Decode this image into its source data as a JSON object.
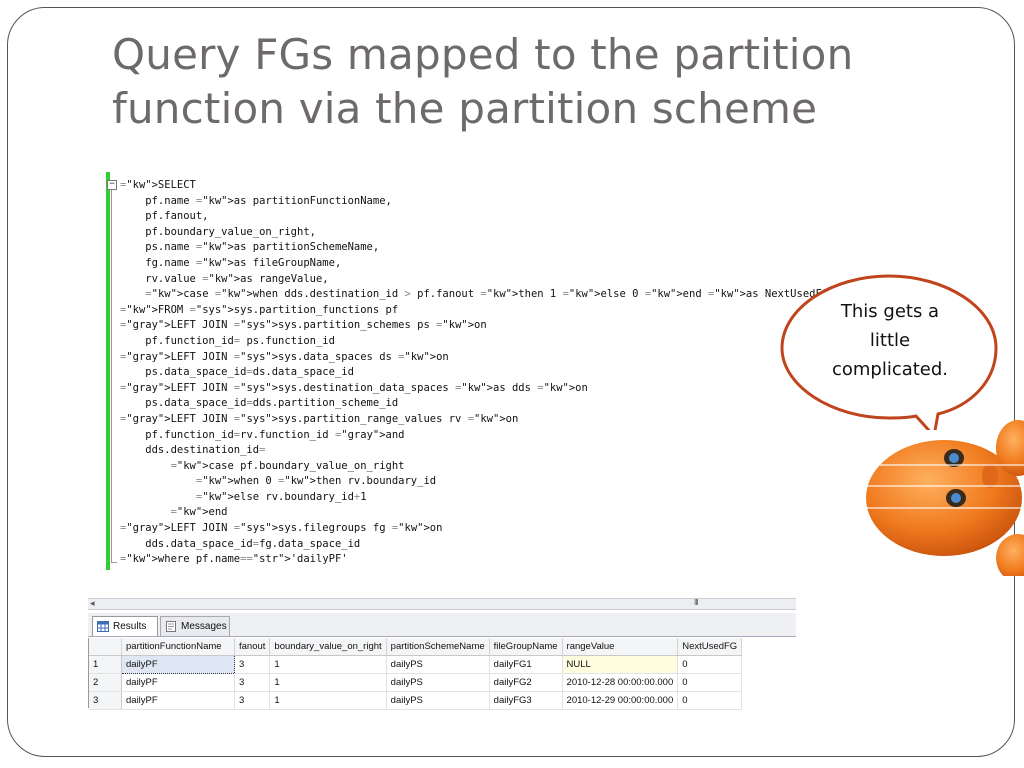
{
  "slide": {
    "title_line1": "Query FGs mapped to the partition",
    "title_line2": "function via the partition scheme"
  },
  "sql_lines": [
    "SELECT",
    "    pf.name as partitionFunctionName,",
    "    pf.fanout,",
    "    pf.boundary_value_on_right,",
    "    ps.name as partitionSchemeName,",
    "    fg.name as fileGroupName,",
    "    rv.value as rangeValue,",
    "    case when dds.destination_id > pf.fanout then 1 else 0 end as NextUsedFG",
    "FROM sys.partition_functions pf",
    "LEFT JOIN sys.partition_schemes ps on",
    "    pf.function_id= ps.function_id",
    "LEFT JOIN sys.data_spaces ds on",
    "    ps.data_space_id=ds.data_space_id",
    "LEFT JOIN sys.destination_data_spaces as dds on",
    "    ps.data_space_id=dds.partition_scheme_id",
    "LEFT JOIN sys.partition_range_values rv on",
    "    pf.function_id=rv.function_id and",
    "    dds.destination_id=",
    "        case pf.boundary_value_on_right",
    "            when 0 then rv.boundary_id",
    "            else rv.boundary_id+1",
    "        end",
    "LEFT JOIN sys.filegroups fg on",
    "    dds.data_space_id=fg.data_space_id",
    "where pf.name='dailyPF'"
  ],
  "scrollbar": {
    "grip": "III",
    "left_arrow": "◂"
  },
  "tabs": {
    "results": "Results",
    "messages": "Messages"
  },
  "grid": {
    "columns": [
      "partitionFunctionName",
      "fanout",
      "boundary_value_on_right",
      "partitionSchemeName",
      "fileGroupName",
      "rangeValue",
      "NextUsedFG"
    ],
    "rows": [
      {
        "num": "1",
        "cells": [
          "dailyPF",
          "3",
          "1",
          "dailyPS",
          "dailyFG1",
          "NULL",
          "0"
        ]
      },
      {
        "num": "2",
        "cells": [
          "dailyPF",
          "3",
          "1",
          "dailyPS",
          "dailyFG2",
          "2010-12-28 00:00:00.000",
          "0"
        ]
      },
      {
        "num": "3",
        "cells": [
          "dailyPF",
          "3",
          "1",
          "dailyPS",
          "dailyFG3",
          "2010-12-29 00:00:00.000",
          "0"
        ]
      }
    ]
  },
  "bubble": {
    "line1": "This gets a",
    "line2": "little",
    "line3": "complicated."
  },
  "colors": {
    "keyword": "#1a1aff",
    "system_object": "#2e9a2e",
    "string": "#e0102a",
    "bubble_border": "#c0441c",
    "doll": "#f07a1e"
  },
  "icons": [
    "grid-icon",
    "messages-icon",
    "collapse-minus-icon",
    "doll-head-image"
  ]
}
